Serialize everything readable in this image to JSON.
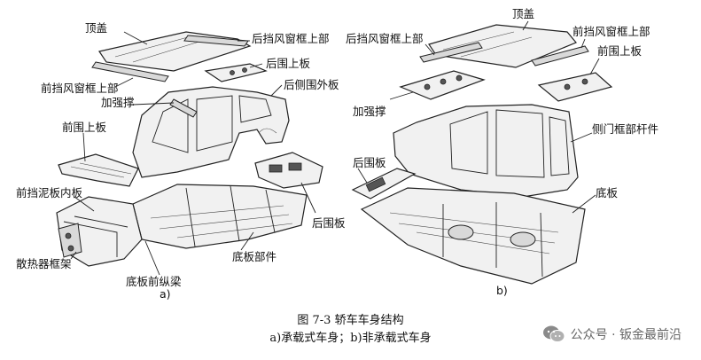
{
  "figure": {
    "caption_title": "图 7-3   轿车车身结构",
    "caption_sub": "a)承载式车身；b)非承载式车身",
    "sublabel_a": "a)",
    "sublabel_b": "b)"
  },
  "diagram_a": {
    "labels": {
      "roof": "顶盖",
      "rear_window_frame_upper": "后挡风窗框上部",
      "front_window_frame_upper": "前挡风窗框上部",
      "reinforcement": "加强撑",
      "rear_upper_panel": "后围上板",
      "rear_side_outer_panel": "后侧围外板",
      "front_upper_panel": "前围上板",
      "front_fender_inner": "前挡泥板内板",
      "radiator_frame": "散热器框架",
      "floor_front_rail": "底板前纵梁",
      "floor_parts": "底板部件",
      "rear_panel": "后围板"
    }
  },
  "diagram_b": {
    "labels": {
      "roof": "顶盖",
      "rear_window_frame_upper": "后挡风窗框上部",
      "front_window_frame_upper": "前挡风窗框上部",
      "front_upper_panel": "前围上板",
      "reinforcement": "加强撑",
      "side_door_frame": "侧门框部杆件",
      "rear_panel": "后围板",
      "floor": "底板"
    }
  },
  "watermark": {
    "text": "公众号 · 钣金最前沿",
    "icon": "wechat-logo-icon"
  }
}
